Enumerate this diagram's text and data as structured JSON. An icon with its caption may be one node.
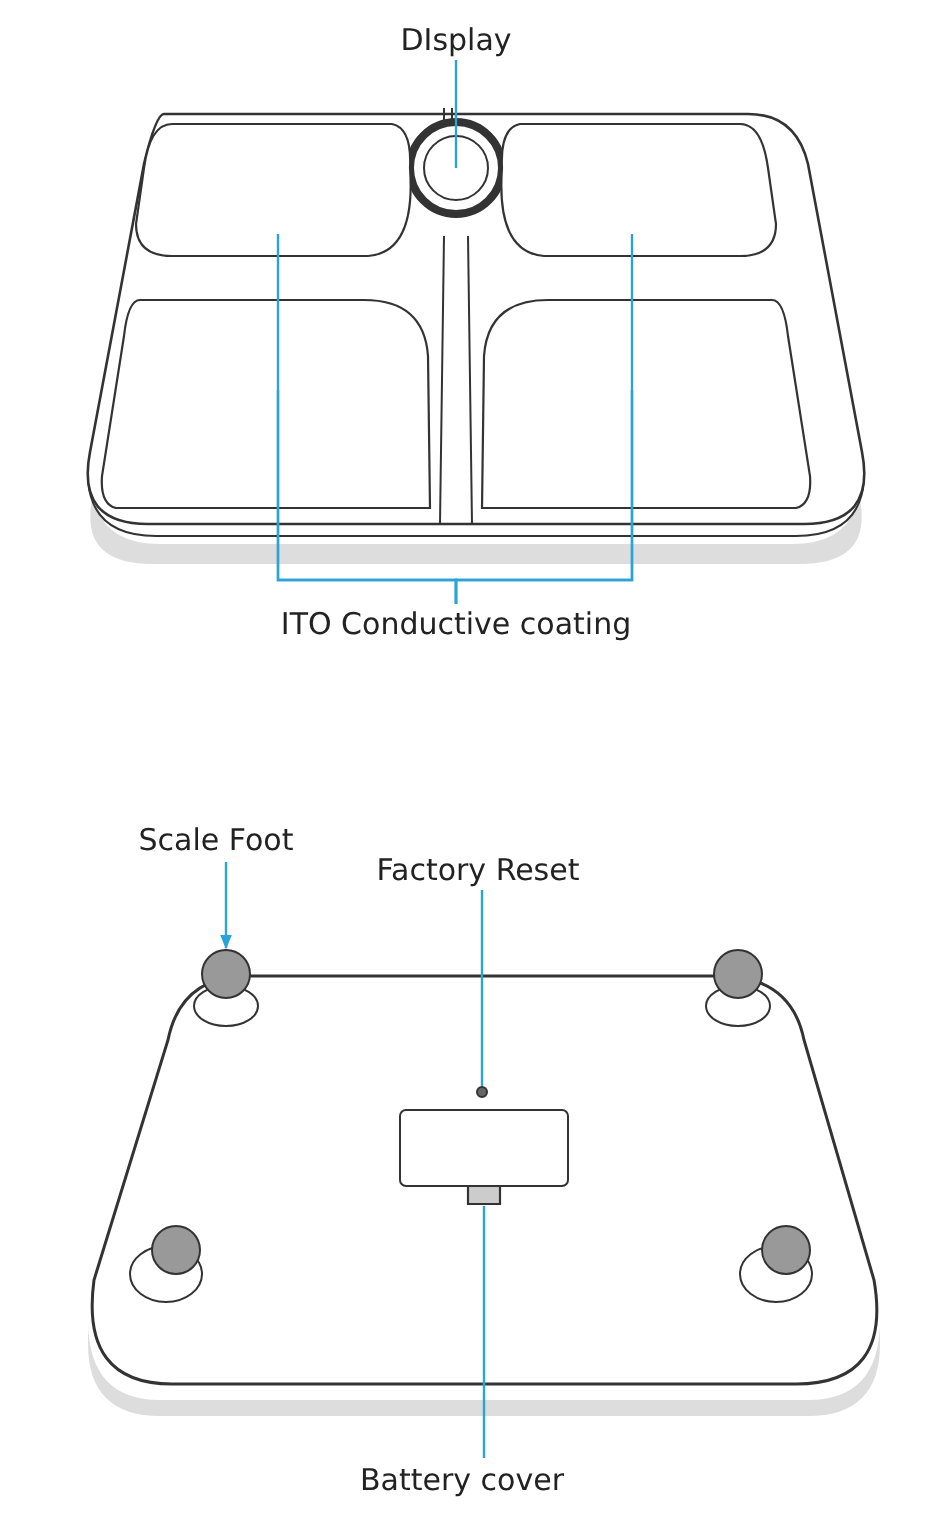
{
  "diagram": {
    "nodes": [
      {
        "text": [
          "DIsplay"
        ]
      },
      {
        "text": [],
        "shape": "circle"
      },
      {
        "text": [],
        "shape": "box"
      },
      {
        "text": [],
        "shape": "box"
      },
      {
        "text": [],
        "shape": "box"
      },
      {
        "text": [],
        "shape": "box"
      },
      {
        "text": [
          "ITO Conductive coating"
        ]
      },
      {
        "text": [
          "Scale Foot"
        ]
      },
      {
        "text": [],
        "shape": "circle"
      },
      {
        "text": [
          "Factory Reset"
        ]
      },
      {
        "text": [],
        "shape": "circle"
      },
      {
        "text": [],
        "shape": "box"
      },
      {
        "text": [
          "Battery cover"
        ]
      }
    ],
    "edges": [
      {
        "from": 0,
        "to": 1,
        "arrow": "none"
      },
      {
        "from": 6,
        "to": 2,
        "arrow": "none"
      },
      {
        "from": 6,
        "to": 3,
        "arrow": "none"
      },
      {
        "from": 6,
        "to": 4,
        "arrow": "none"
      },
      {
        "from": 6,
        "to": 5,
        "arrow": "none"
      },
      {
        "from": 7,
        "to": 8,
        "arrow": "to"
      },
      {
        "from": 9,
        "to": 10,
        "arrow": "none"
      },
      {
        "from": 12,
        "to": 11,
        "arrow": "none"
      }
    ]
  }
}
